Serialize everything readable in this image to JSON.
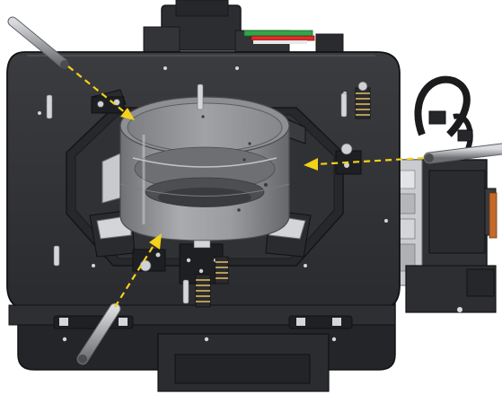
{
  "figure": {
    "subject": "cad-render-of-fixture-assembly",
    "colors": {
      "background": "#ffffff",
      "plate": "#2f3034",
      "plate_edge": "#4a4b50",
      "ring": "#8e9093",
      "ring_light": "#b9bbbe",
      "ring_dark": "#5c5e62",
      "rod": "#9a9ca0",
      "spring": "#b89a55",
      "arrow": "#f2d21a",
      "cable_green": "#2fa84a",
      "cable_red": "#d8302a",
      "cable_black": "#1b1b1d",
      "highlight": "#e6e8ea"
    },
    "arrows": [
      {
        "name": "top-left-pin-arrow",
        "color": "#f2d21a",
        "style": "dashed"
      },
      {
        "name": "right-pin-arrow",
        "color": "#f2d21a",
        "style": "dashed"
      },
      {
        "name": "bottom-left-pin-arrow",
        "color": "#f2d21a",
        "style": "dashed"
      }
    ],
    "rods": [
      {
        "name": "top-left-locating-rod"
      },
      {
        "name": "right-locating-rod"
      },
      {
        "name": "bottom-left-locating-rod"
      }
    ]
  }
}
